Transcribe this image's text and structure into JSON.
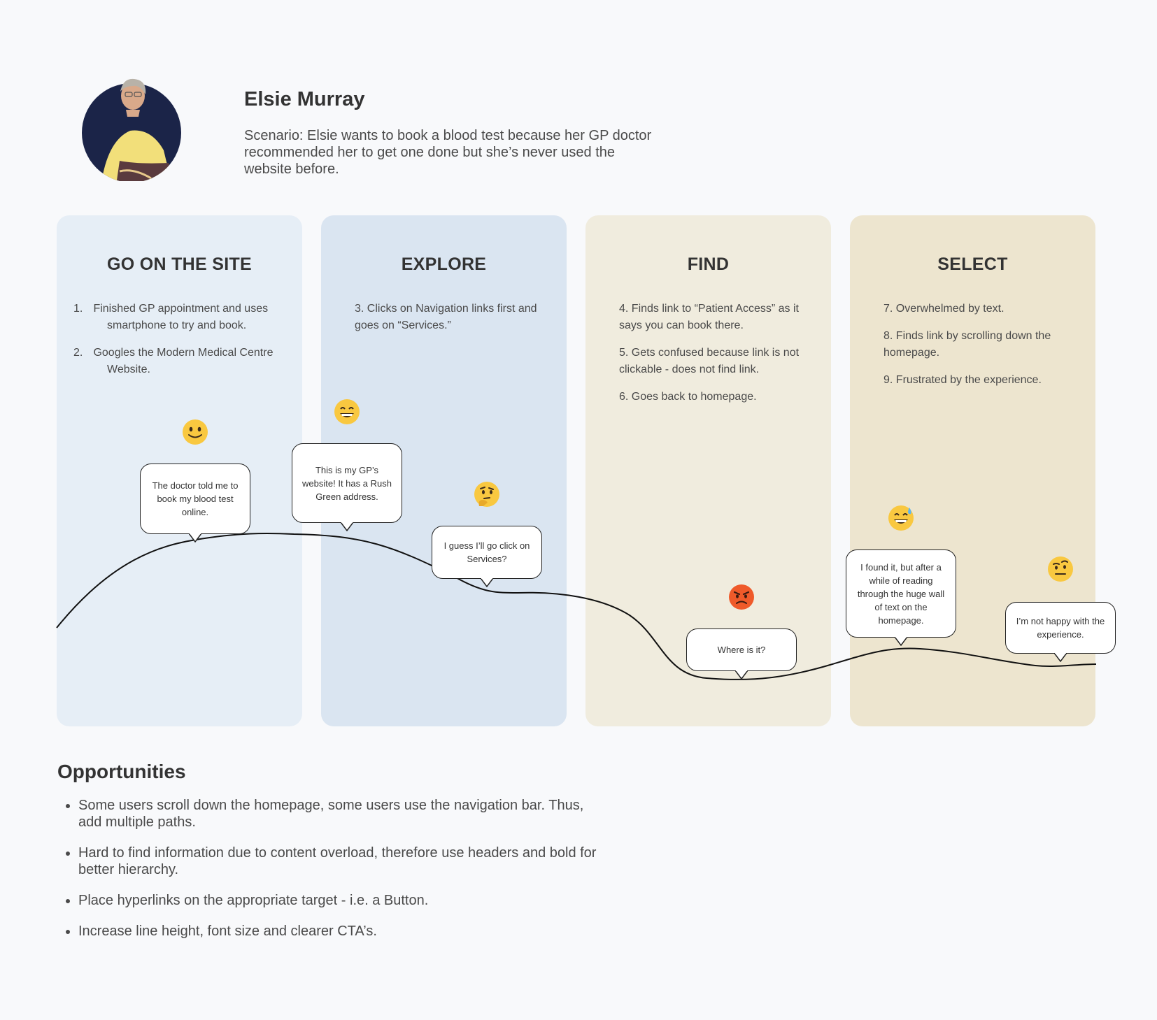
{
  "persona": {
    "name": "Elsie Murray",
    "scenario": "Scenario: Elsie wants to book a blood test because her GP doctor recommended her to get one done but she’s never used the website before."
  },
  "colors": {
    "background": "#f8f9fb",
    "stage_go_on_site": "#e6eef6",
    "stage_explore": "#dae5f1",
    "stage_find": "#f0ecde",
    "stage_select": "#ede5cf",
    "avatar_bg": "#1b2448"
  },
  "stages": [
    {
      "title": "GO ON THE SITE",
      "steps": [
        {
          "num": "1.",
          "text": "Finished GP appointment and uses smartphone to try and book."
        },
        {
          "num": "2.",
          "text": "Googles the Modern Medical Centre Website."
        }
      ]
    },
    {
      "title": "EXPLORE",
      "steps": [
        {
          "text": "3. Clicks on Navigation links first and goes on “Services.”"
        }
      ]
    },
    {
      "title": "FIND",
      "steps": [
        {
          "text": "4. Finds link to “Patient Access” as it says you can book there."
        },
        {
          "text": "5. Gets confused because link is not clickable - does not find link."
        },
        {
          "text": "6. Goes back to homepage."
        }
      ]
    },
    {
      "title": "SELECT",
      "steps": [
        {
          "text": "7. Overwhelmed by text."
        },
        {
          "text": "8. Finds link by scrolling down the homepage."
        },
        {
          "text": "9. Frustrated by the experience."
        }
      ]
    }
  ],
  "moments": [
    {
      "emoji": "slightly-smiling-face",
      "quote": "The doctor told me to book my blood test online."
    },
    {
      "emoji": "grinning-face",
      "quote": "This is my GP’s website! It has a Rush Green address."
    },
    {
      "emoji": "thinking-face",
      "quote": "I guess I’ll go click on Services?"
    },
    {
      "emoji": "angry-face",
      "quote": "Where is it?"
    },
    {
      "emoji": "grinning-sweat-face",
      "quote": "I found it, but after a while of reading through the huge wall of text on the homepage."
    },
    {
      "emoji": "raised-eyebrow-face",
      "quote": "I’m not happy with the experience."
    }
  ],
  "opportunities": {
    "title": "Opportunities",
    "items": [
      "Some users scroll down the homepage, some users use the navigation bar. Thus, add multiple paths.",
      "Hard to find information due to content overload, therefore use headers and bold for better hierarchy.",
      "Place hyperlinks on the appropriate target - i.e. a Button.",
      "Increase line height, font size and clearer CTA’s."
    ]
  }
}
